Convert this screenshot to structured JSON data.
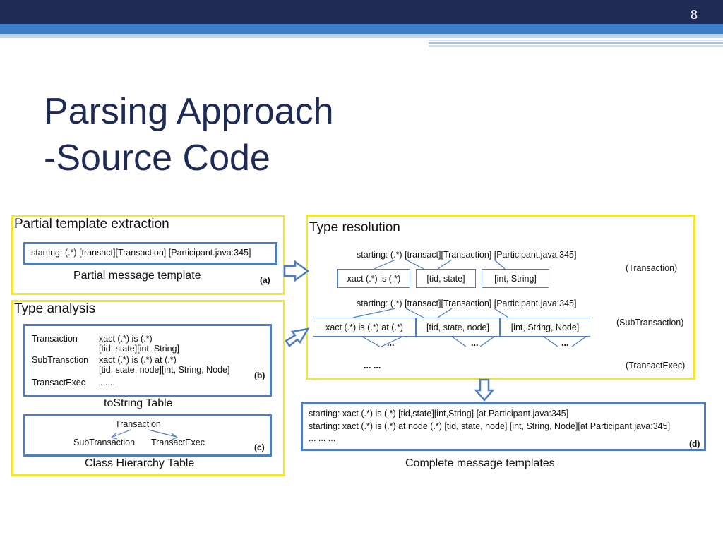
{
  "slide": {
    "number": "8",
    "title_line1": "Parsing Approach",
    "title_line2": "-Source Code"
  },
  "colors": {
    "header_navy": "#1f2a55",
    "header_blue": "#3c7fc8",
    "panel_yellow": "#f2e631",
    "box_blue": "#4d7cc0"
  },
  "partial": {
    "heading": "Partial template extraction",
    "template": "starting: (.*) [transact][Transaction] [Participant.java:345]",
    "caption": "Partial message template",
    "tag": "(a)"
  },
  "type_analysis": {
    "heading": "Type analysis",
    "tostring": {
      "rows": [
        {
          "class": "Transaction",
          "line1": "xact (.*) is (.*)",
          "line2": "[tid, state][int, String]"
        },
        {
          "class": "SubTransction",
          "line1": "xact (.*) is (.*) at (.*)",
          "line2": "[tid, state, node][int, String, Node]"
        },
        {
          "class": "TransactExec",
          "line1": "......",
          "line2": ""
        }
      ],
      "tag": "(b)",
      "caption": "toString Table"
    },
    "hierarchy": {
      "root": "Transaction",
      "child_left": "SubTransaction",
      "child_right": "TransactExec",
      "tag": "(c)",
      "caption": "Class Hierarchy Table"
    }
  },
  "type_resolution": {
    "heading": "Type resolution",
    "row1": {
      "header": "starting: (.*) [transact][Transaction] [Participant.java:345]",
      "cells": [
        "xact (.*) is (.*)",
        "[tid, state]",
        "[int, String]"
      ],
      "label": "(Transaction)"
    },
    "row2": {
      "header": "starting: (.*) [transact][Transaction] [Participant.java:345]",
      "cells": [
        "xact (.*) is (.*) at (.*)",
        "[tid, state, node]",
        "[int, String, Node]"
      ],
      "label": "(SubTransaction)",
      "dots": "..."
    },
    "row3": {
      "dots": "... ...",
      "label": "(TransactExec)"
    }
  },
  "complete": {
    "lines": [
      "starting: xact (.*) is (.*) [tid,state][int,String] [at Participant.java:345]",
      "starting: xact (.*) is (.*) at node (.*) [tid, state, node] [int, String, Node][at Participant.java:345]",
      "... ... ..."
    ],
    "tag": "(d)",
    "caption": "Complete message templates"
  }
}
